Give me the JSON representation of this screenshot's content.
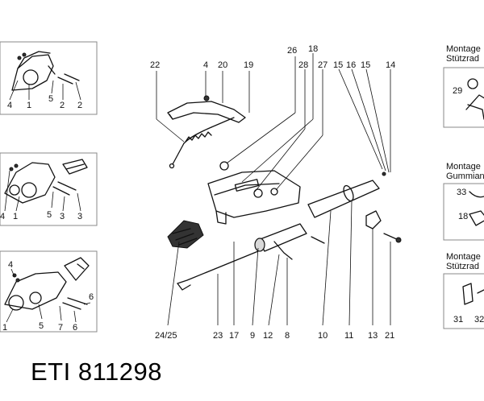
{
  "caption": "ETI 811298",
  "panels": {
    "left_top": {
      "labels": [
        "4",
        "1",
        "5",
        "2",
        "2"
      ]
    },
    "left_middle": {
      "labels": [
        "4",
        "1",
        "5",
        "3",
        "3"
      ]
    },
    "left_bottom": {
      "labels": [
        "4",
        "1",
        "5",
        "7",
        "6",
        "6"
      ]
    },
    "right_top": {
      "title_line1": "Montage",
      "title_line2": "Stützrad",
      "labels": [
        "29"
      ]
    },
    "right_middle": {
      "title_line1": "Montage",
      "title_line2": "Gummian",
      "labels": [
        "33",
        "18"
      ]
    },
    "right_bottom": {
      "title_line1": "Montage",
      "title_line2": "Stützrad",
      "labels": [
        "31",
        "32"
      ]
    }
  },
  "main": {
    "top_labels": [
      "22",
      "4",
      "20",
      "19",
      "26",
      "18",
      "28",
      "27",
      "15",
      "16",
      "15",
      "14"
    ],
    "bottom_labels": [
      "24/25",
      "23",
      "17",
      "9",
      "12",
      "8",
      "10",
      "11",
      "13",
      "21"
    ]
  }
}
